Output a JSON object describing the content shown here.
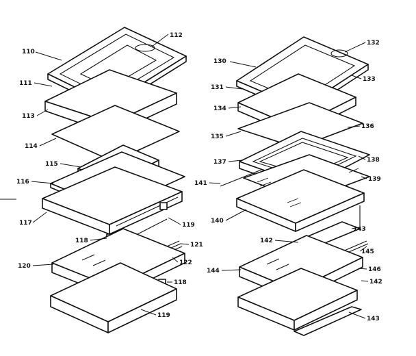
{
  "callouts": {
    "110": "110",
    "111": "111",
    "112": "112",
    "113": "113",
    "114": "114",
    "115": "115",
    "116": "116",
    "117": "117",
    "118_a": "118",
    "118_b": "118",
    "119_a": "119",
    "119_b": "119",
    "120": "120",
    "121": "121",
    "122": "122",
    "130": "130",
    "131": "131",
    "132": "132",
    "133": "133",
    "134": "134",
    "135": "135",
    "136": "136",
    "137": "137",
    "138": "138",
    "139": "139",
    "140": "140",
    "141": "141",
    "142_a": "142",
    "142_b": "142",
    "143_a": "143",
    "143_b": "143",
    "144": "144",
    "145": "145",
    "146": "146"
  },
  "colors": {
    "line": "#111111",
    "background": "#ffffff"
  }
}
